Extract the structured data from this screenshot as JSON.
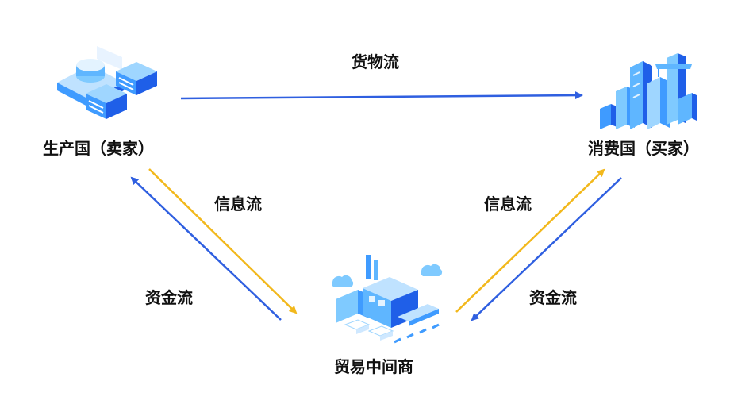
{
  "nodes": {
    "producer": {
      "label": "生产国（卖家）"
    },
    "consumer": {
      "label": "消费国（买家）"
    },
    "middleman": {
      "label": "贸易中间商"
    }
  },
  "flows": {
    "goods": {
      "label": "货物流"
    },
    "info_left": {
      "label": "信息流"
    },
    "money_left": {
      "label": "资金流"
    },
    "info_right": {
      "label": "信息流"
    },
    "money_right": {
      "label": "资金流"
    }
  },
  "colors": {
    "blue_arrow": "#2f5fe0",
    "yellow_arrow": "#f2b81c",
    "icon_light": "#7fcaff",
    "icon_mid": "#3f9bff",
    "icon_dark": "#1f5fe8"
  },
  "icons": {
    "producer": "server-cluster-icon",
    "consumer": "city-buildings-icon",
    "middleman": "factory-warehouse-icon"
  }
}
